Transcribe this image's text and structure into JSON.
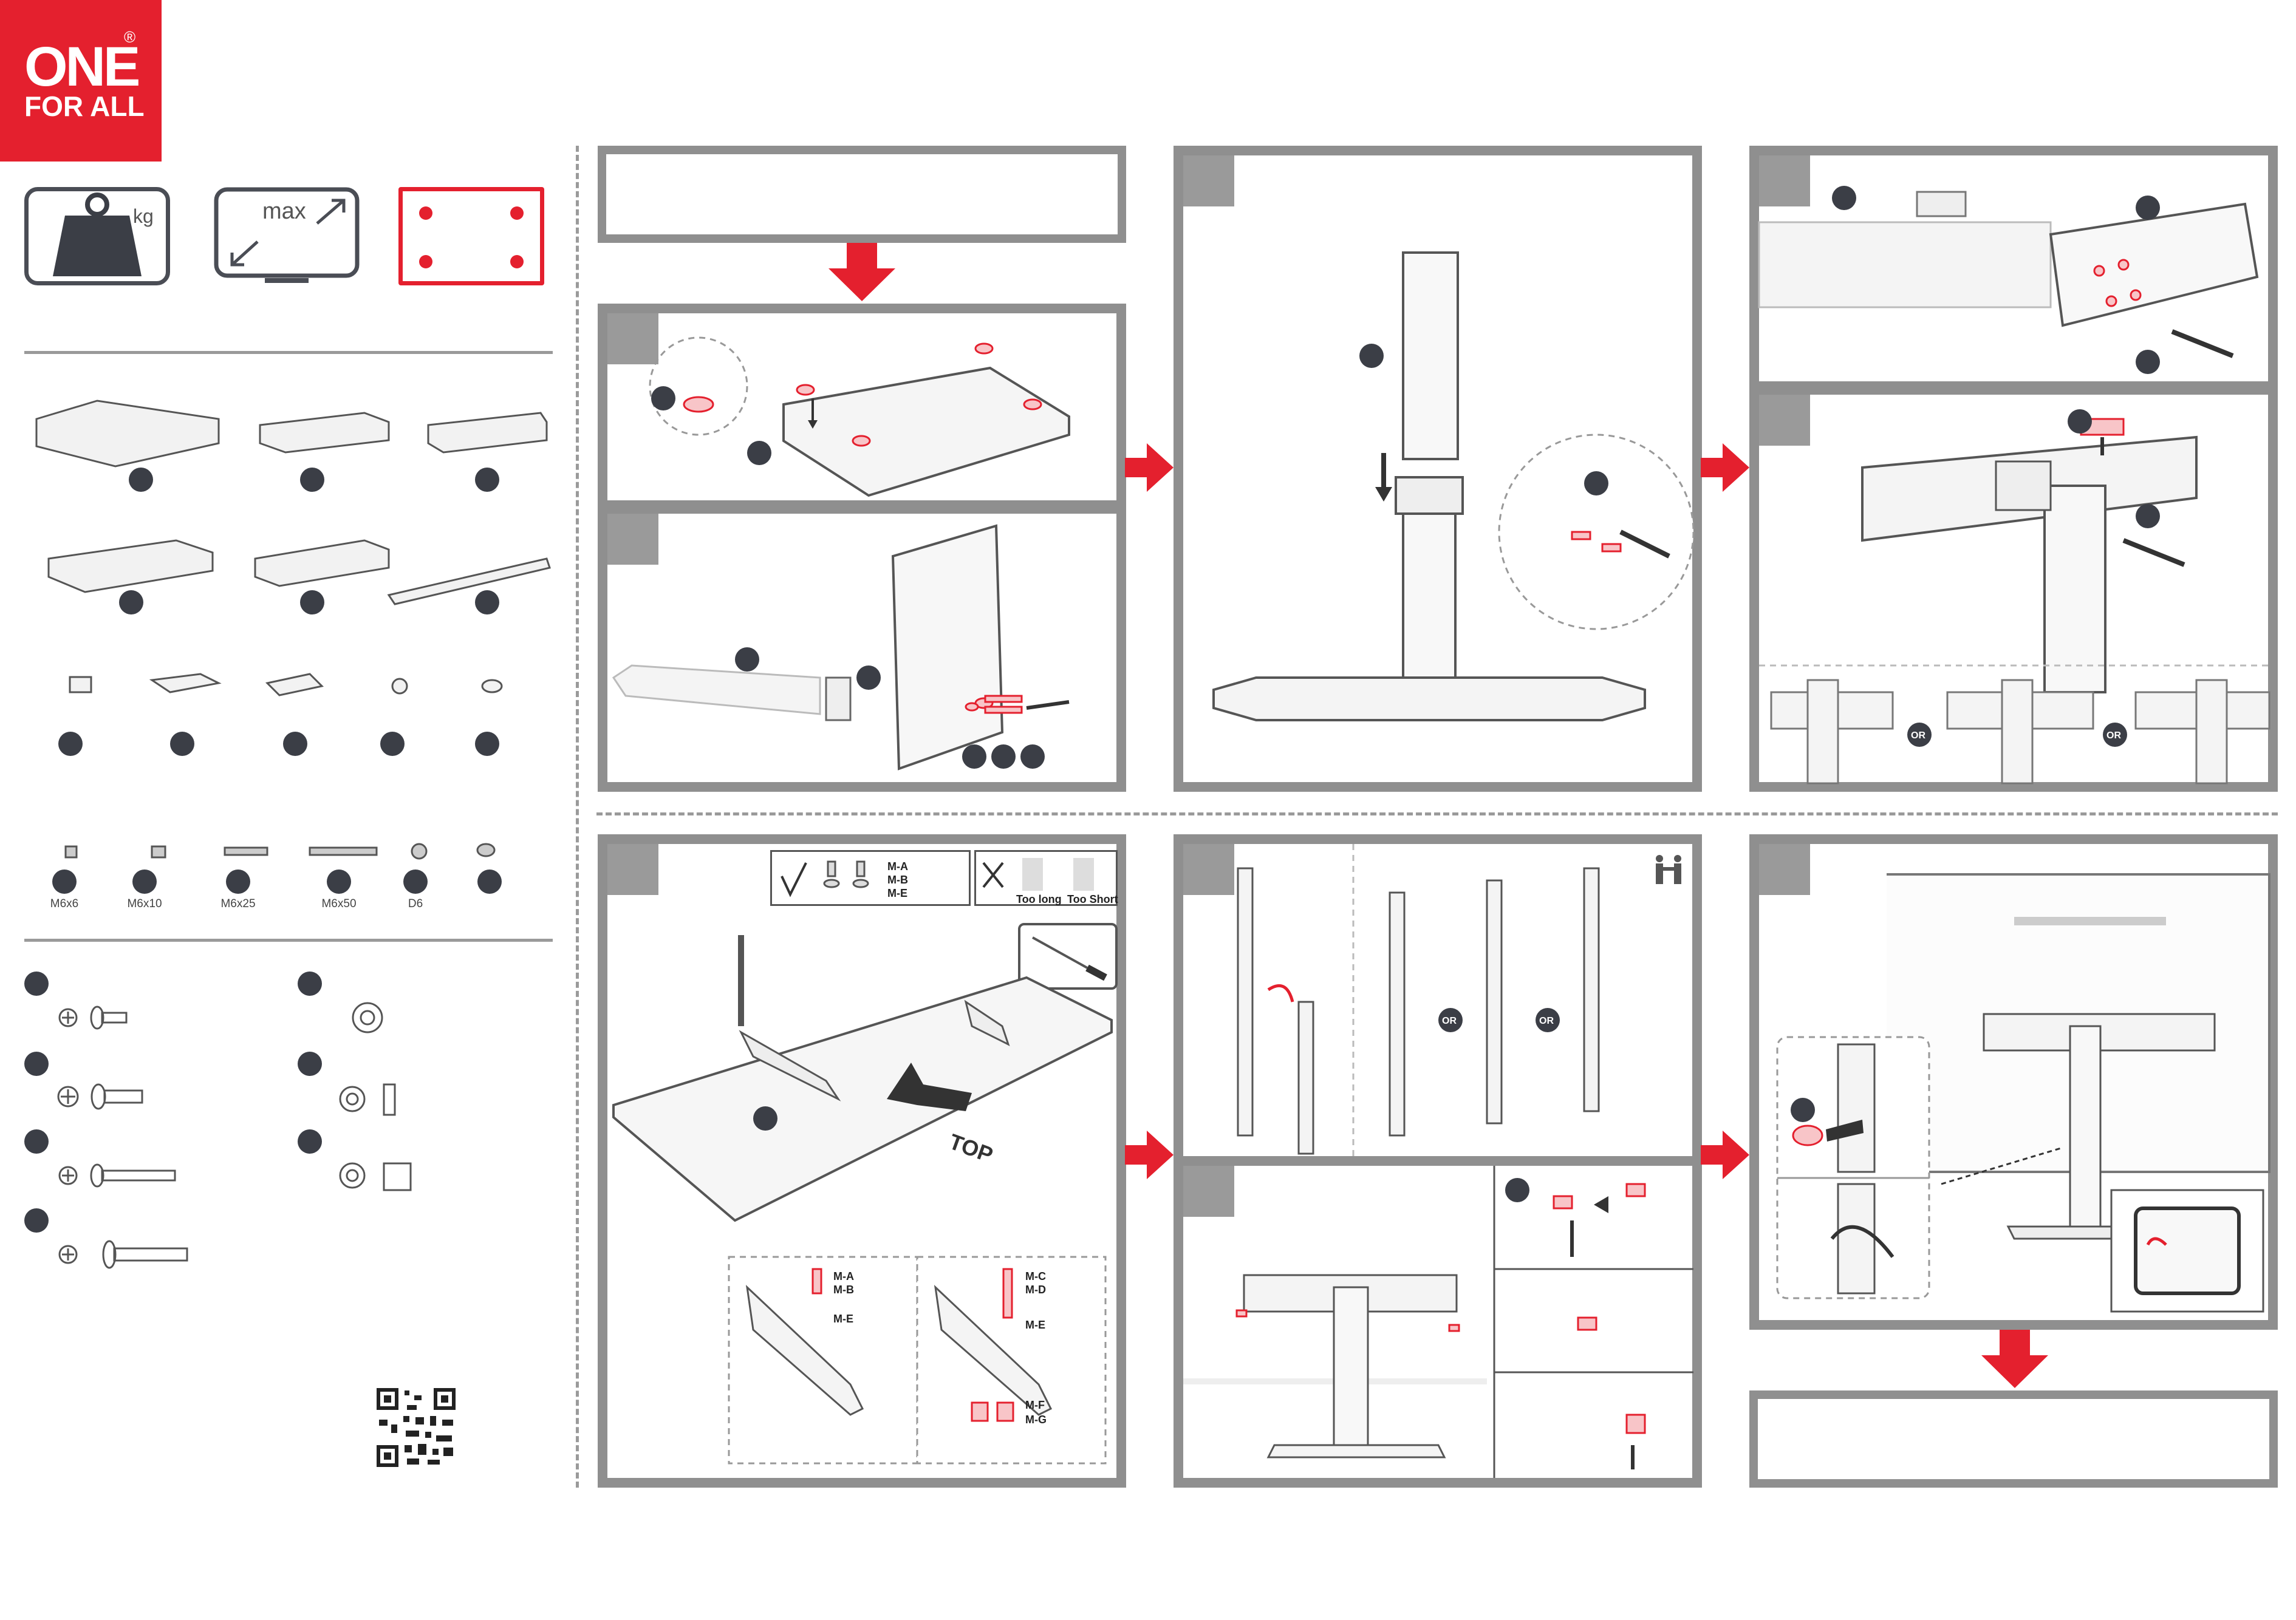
{
  "brand": {
    "line1": "ONE",
    "line2": "FOR ALL",
    "reg": "®"
  },
  "specs": {
    "weight_unit": "kg",
    "size_label": "max"
  },
  "fasteners": {
    "labels": [
      "M6x6",
      "M6x10",
      "M6x25",
      "M6x50",
      "D6"
    ]
  },
  "step_c5": {
    "check_labels": [
      "M-A",
      "M-B",
      "M-E"
    ],
    "too_long": "Too long",
    "too_short": "Too Short",
    "top": "TOP",
    "detail_left": [
      "M-A",
      "M-B",
      "M-E"
    ],
    "detail_right": [
      "M-C",
      "M-D",
      "M-E",
      "M-F",
      "M-G"
    ]
  },
  "or_label": "OR",
  "colors": {
    "brand_red": "#e4202e",
    "panel_gray": "#8f8f8f",
    "dark": "#3b3e46"
  }
}
